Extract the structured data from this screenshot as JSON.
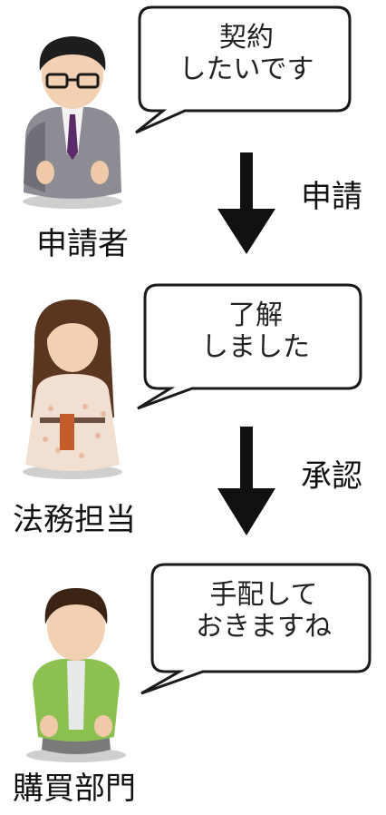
{
  "steps": [
    {
      "role": "申請者",
      "speech": [
        "契約",
        "したいです"
      ]
    },
    {
      "role": "法務担当",
      "speech": [
        "了解",
        "しました"
      ]
    },
    {
      "role": "購買部門",
      "speech": [
        "手配して",
        "おきますね"
      ]
    }
  ],
  "arrows": [
    {
      "label": "申請"
    },
    {
      "label": "承認"
    }
  ]
}
